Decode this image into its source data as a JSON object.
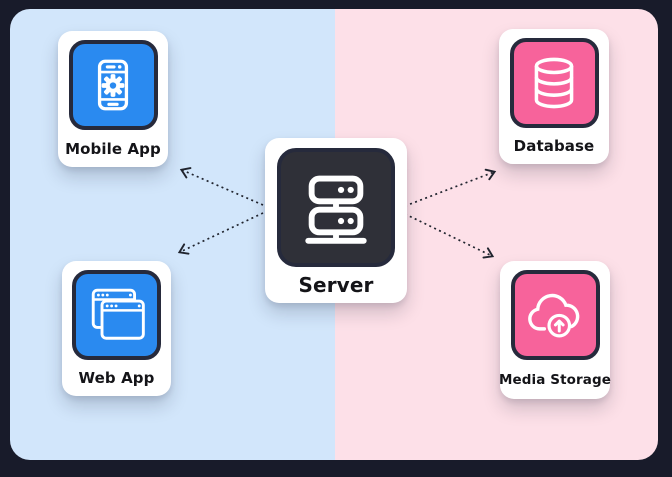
{
  "diagram": {
    "type": "client-server-architecture",
    "center": {
      "id": "server",
      "label": "Server",
      "icon": "server-rack-icon",
      "tile_color": "#2f3038"
    },
    "nodes": [
      {
        "id": "mobile-app",
        "label": "Mobile App",
        "icon": "mobile-phone-gear-icon",
        "tile_color": "#2a8af0",
        "side": "left"
      },
      {
        "id": "web-app",
        "label": "Web App",
        "icon": "browser-windows-icon",
        "tile_color": "#2a8af0",
        "side": "left"
      },
      {
        "id": "database",
        "label": "Database",
        "icon": "database-cylinder-icon",
        "tile_color": "#f7639b",
        "side": "right"
      },
      {
        "id": "media-storage",
        "label": "Media Storage",
        "icon": "cloud-upload-icon",
        "tile_color": "#f7639b",
        "side": "right"
      }
    ],
    "connections": [
      {
        "from": "server",
        "to": "mobile-app",
        "style": "dotted-arrow"
      },
      {
        "from": "server",
        "to": "web-app",
        "style": "dotted-arrow"
      },
      {
        "from": "server",
        "to": "database",
        "style": "dotted-arrow"
      },
      {
        "from": "server",
        "to": "media-storage",
        "style": "dotted-arrow"
      }
    ],
    "colors": {
      "outer_frame": "#181b2a",
      "left_panel": "#d2e6fb",
      "right_panel": "#fde0e8",
      "card_background": "#ffffff",
      "blue_accent": "#2a8af0",
      "pink_accent": "#f7639b",
      "server_tile": "#2f3038",
      "arrow": "#20242e",
      "label_text": "#141418"
    }
  }
}
